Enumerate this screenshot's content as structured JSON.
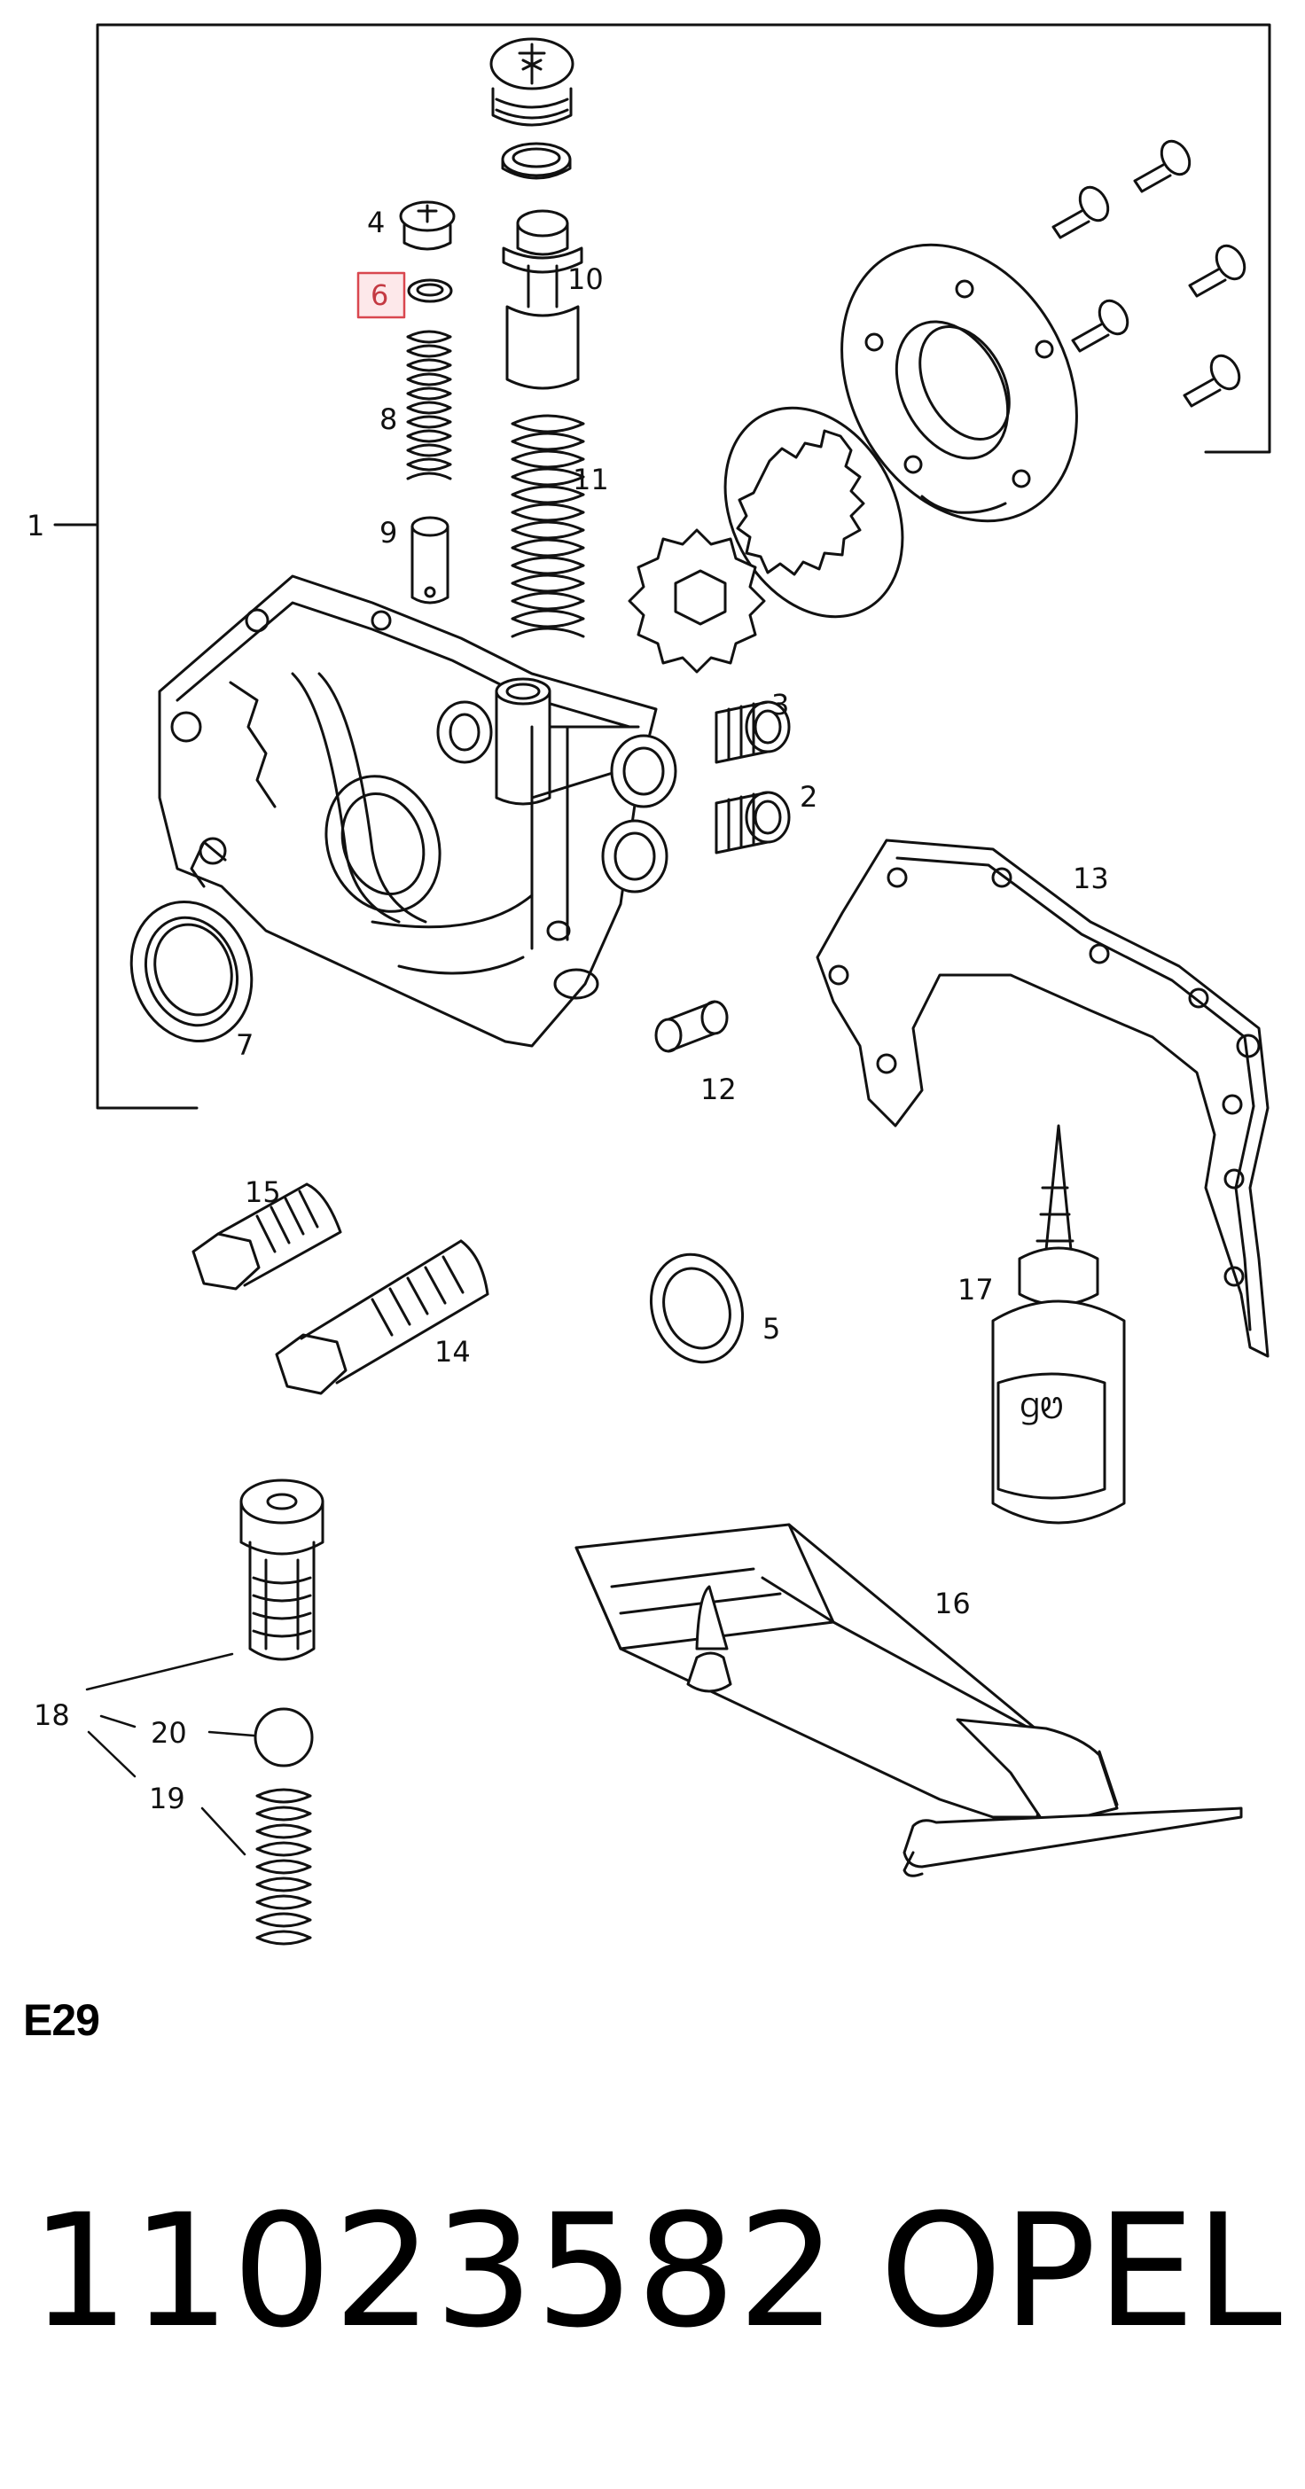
{
  "callouts": {
    "c1": "1",
    "c2": "2",
    "c3": "3",
    "c4": "4",
    "c5": "5",
    "c6": "6",
    "c7": "7",
    "c8": "8",
    "c9": "9",
    "c10": "10",
    "c11": "11",
    "c12": "12",
    "c13": "13",
    "c14": "14",
    "c15": "15",
    "c16": "16",
    "c17": "17",
    "c18": "18",
    "c19": "19",
    "c20": "20"
  },
  "highlighted_callout": "6",
  "highlight_colors": {
    "fill": "#fde8ea",
    "stroke": "#d9474f",
    "text": "#c43a43"
  },
  "section_code": "E29",
  "part_number": "11023582",
  "brand": "OPEL"
}
